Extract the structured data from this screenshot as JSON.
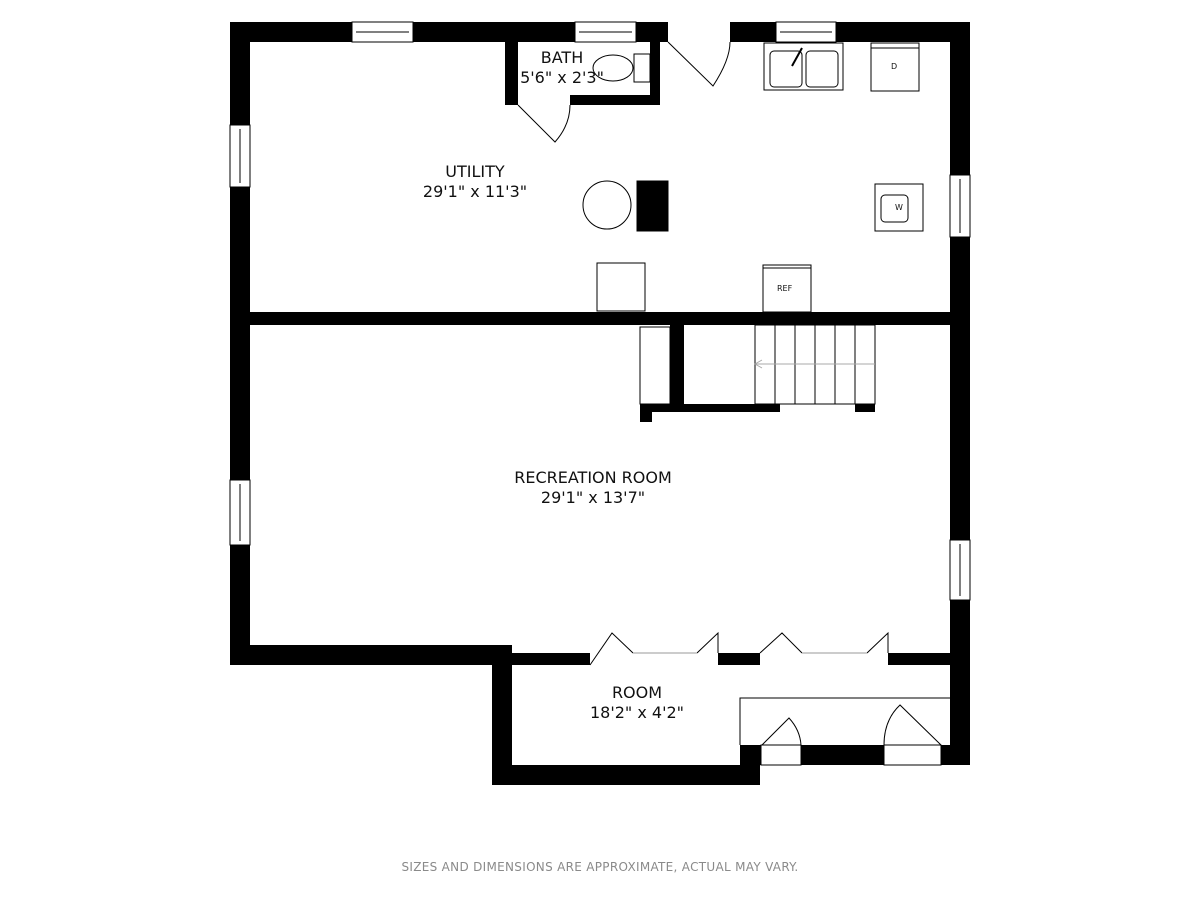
{
  "rooms": {
    "bath": {
      "name": "BATH",
      "dims": "5'6\" x 2'3\""
    },
    "utility": {
      "name": "UTILITY",
      "dims": "29'1\" x 11'3\""
    },
    "recreation": {
      "name": "RECREATION ROOM",
      "dims": "29'1\" x 13'7\""
    },
    "room": {
      "name": "ROOM",
      "dims": "18'2\" x 4'2\""
    }
  },
  "fixtures": {
    "dryer": "D",
    "washer": "W",
    "refrigerator": "REF"
  },
  "disclaimer": "SIZES AND DIMENSIONS ARE APPROXIMATE, ACTUAL MAY VARY.",
  "colors": {
    "wall": "#000000",
    "disclaimer": "#8a8a8a"
  }
}
